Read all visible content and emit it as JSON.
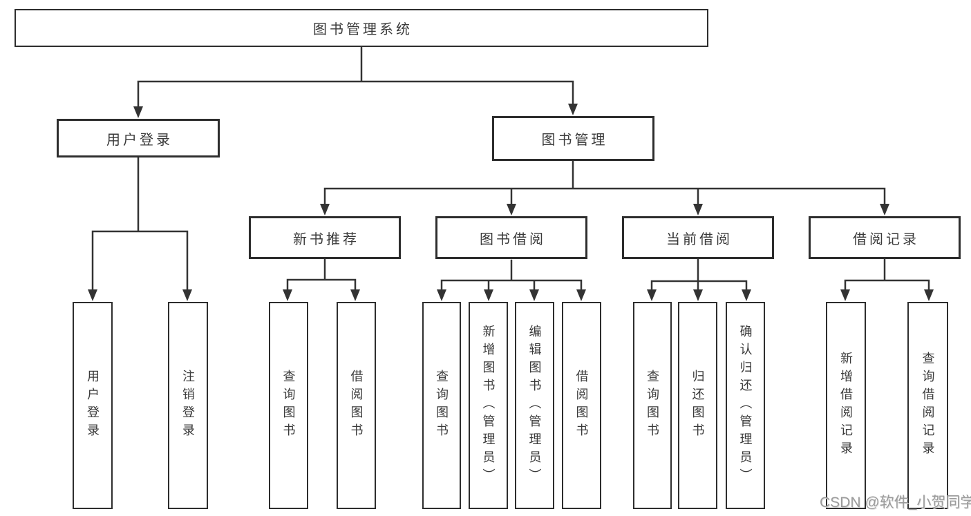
{
  "diagram": {
    "title": "图书管理系统",
    "watermark": "CSDN @软件_小贺同学",
    "colors": {
      "line": "#333333",
      "box_border": "#2d2d2d",
      "box_background": "#ffffff",
      "text": "#3a3a3a",
      "watermark": "#9b9b9b"
    },
    "tree": {
      "root": {
        "label": "图书管理系统"
      },
      "branches": [
        {
          "label": "用户登录",
          "children": [
            {
              "label": "用户登录"
            },
            {
              "label": "注销登录"
            }
          ]
        },
        {
          "label": "图书管理",
          "children": [
            {
              "label": "新书推荐",
              "children": [
                {
                  "label": "查询图书"
                },
                {
                  "label": "借阅图书"
                }
              ]
            },
            {
              "label": "图书借阅",
              "children": [
                {
                  "label": "查询图书"
                },
                {
                  "label": "新增图书（管理员）"
                },
                {
                  "label": "编辑图书（管理员）"
                },
                {
                  "label": "借阅图书"
                }
              ]
            },
            {
              "label": "当前借阅",
              "children": [
                {
                  "label": "查询图书"
                },
                {
                  "label": "归还图书"
                },
                {
                  "label": "确认归还（管理员）"
                }
              ]
            },
            {
              "label": "借阅记录",
              "children": [
                {
                  "label": "新增借阅记录"
                },
                {
                  "label": "查询借阅记录"
                }
              ]
            }
          ]
        }
      ]
    }
  }
}
